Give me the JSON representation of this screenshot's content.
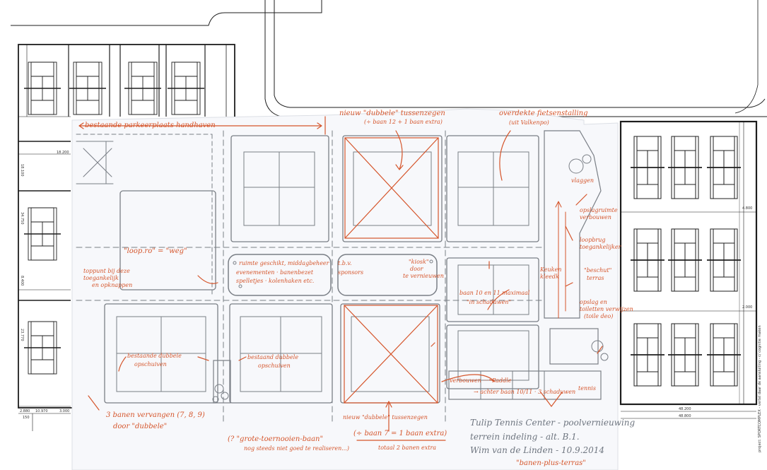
{
  "sketch_notes": {
    "top_left": "bestaande parkeerplaats handhaven",
    "top_center_1": "nieuw \"dubbele\" tussenzegen",
    "top_center_2": "(÷ baan 12 + 1 baan extra)",
    "top_right_1": "overdekte fietsenstalling",
    "top_right_2": "(uit Valkenpo)",
    "vlaggen": "vlaggen",
    "opslag_1": "opslagruimte",
    "opslag_2": "verbouwen",
    "loopbrug_1": "loopbrug",
    "loopbrug_2": "toegankelijker",
    "beschut_1": "\"beschut\"",
    "beschut_2": "terras",
    "loop_1": "\"loop.ro\" = \"weg\"",
    "toppunt_1": "toppunt bij deze",
    "toppunt_2": "toegankelijk",
    "toppunt_3": "en opknappen",
    "center_1": "ruimte geschikt, middagbeheer",
    "center_2": "evenementen · banenbezet",
    "center_3": "spelletjes · kolenhaken etc.",
    "center_4": "t.b.v.",
    "center_5": "sponsors",
    "kiosk_1": "\"kiosk\"",
    "kiosk_2": "door",
    "kiosk_3": "te vernieuwen",
    "baan_1": "baan 10 en 11 maximaal",
    "baan_2": "\"in schaduwen\"",
    "kleedk_1": "Keuken",
    "kleedk_2": "kleedk",
    "right_1": "opslag en",
    "right_2": "toiletten verwijzen",
    "right_3": "(toile deo)",
    "left_2_1": "bestaande dubbele",
    "left_2_2": "opschuiven",
    "mid_2_1": "bestaand dubbele",
    "mid_2_2": "opschuiven",
    "bottom_left_1": "3 banen vervangen (7, 8, 9)",
    "bottom_left_2": "door \"dubbele\"",
    "bottom_center_1": "nieuw \"dubbele\" tussenzegen",
    "bottom_center_2": "(÷ baan 7 = 1 baan extra)",
    "bottom_center_3": "totaal 2 banen extra",
    "bottom_right_1": "verbouwen ···· Paddle",
    "bottom_right_2": "→ achter baan 10/11 · 3 schaduwen",
    "bottom_right_3": "tennis",
    "grote_1": "(? \"grote-toernooien-baan\"",
    "grote_2": "nog steeds niet goed te realiseren...)",
    "title_1": "Tulip Tennis Center - poolvernieuwing",
    "title_2": "terrein indeling - alt. B.1.",
    "title_3": "Wim van de Linden - 10.9.2014",
    "title_4": "\"banen-plus-terras\""
  },
  "cad_labels": {
    "dim_left_a": "18.200",
    "dim_left_b": "10.970",
    "dim_left_c": "3.000",
    "dim_left_d": "2.880",
    "dim_left_e": "150",
    "dim_vert_1": "18.100",
    "dim_vert_2": "34.750",
    "dim_vert_3": "23.770",
    "dim_vert_4": "8.400",
    "dim_right_a": "48.200",
    "dim_right_b": "48.800",
    "dim_right_c": "4.800",
    "dim_right_d": "2.000",
    "side_note": "project: SPORTCOMPLEX - vertel daar de aansluiting - c/ cognitie maken"
  },
  "colors": {
    "ink_red": "#d5552b",
    "pencil": "#7a7f86",
    "cad_line": "#1d1d1d",
    "paper": "#f7f8fb"
  }
}
